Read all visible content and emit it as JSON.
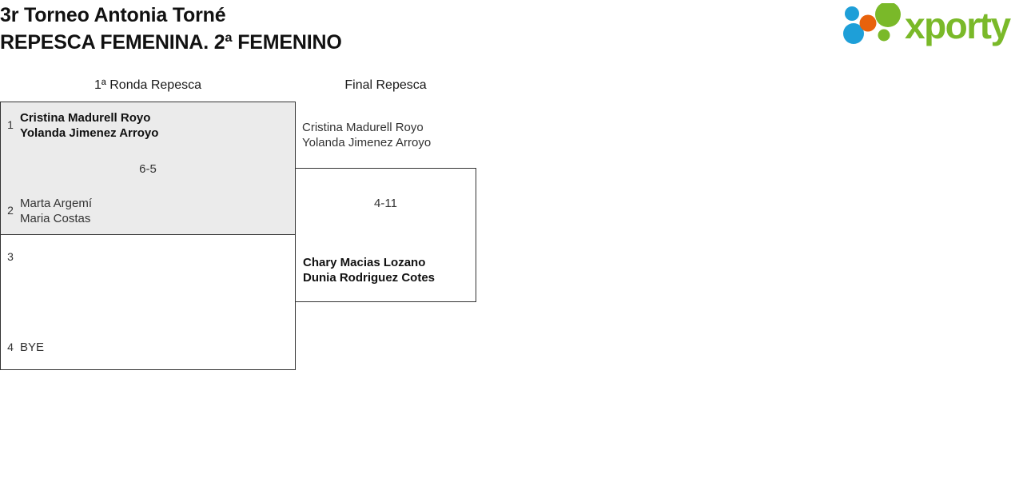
{
  "header": {
    "title_line_1": "3r Torneo Antonia Torné",
    "title_line_2": "REPESCA FEMENINA. 2ª FEMENINO",
    "logo": {
      "wordmark": "xporty",
      "icon_name": "xporty-dots-logo",
      "colors": {
        "green": "#7ab929",
        "blue": "#1e9fd8",
        "orange": "#e8620c"
      }
    }
  },
  "bracket": {
    "columns": [
      {
        "id": "round1",
        "label": "1ª Ronda Repesca"
      },
      {
        "id": "final",
        "label": "Final Repesca"
      }
    ],
    "round1": {
      "matches": [
        {
          "id": "match-1",
          "shaded": true,
          "score": "6-5",
          "top": {
            "seed": "1",
            "line1": "Cristina Madurell Royo",
            "line2": "Yolanda Jimenez Arroyo",
            "winner": true
          },
          "bottom": {
            "seed": "2",
            "line1": "Marta Argemí",
            "line2": "Maria Costas",
            "winner": false
          }
        },
        {
          "id": "match-2",
          "shaded": false,
          "score": "",
          "top": {
            "seed": "3",
            "line1": "",
            "line2": "",
            "winner": false
          },
          "bottom": {
            "seed": "4",
            "line1": "BYE",
            "line2": "",
            "winner": false
          }
        }
      ]
    },
    "final": {
      "match": {
        "id": "match-final",
        "score": "4-11",
        "top": {
          "line1": "Cristina Madurell Royo",
          "line2": "Yolanda Jimenez Arroyo",
          "winner": false
        },
        "bottom": {
          "line1": "Chary Macias Lozano",
          "line2": "Dunia Rodriguez Cotes",
          "winner": true
        }
      }
    }
  }
}
